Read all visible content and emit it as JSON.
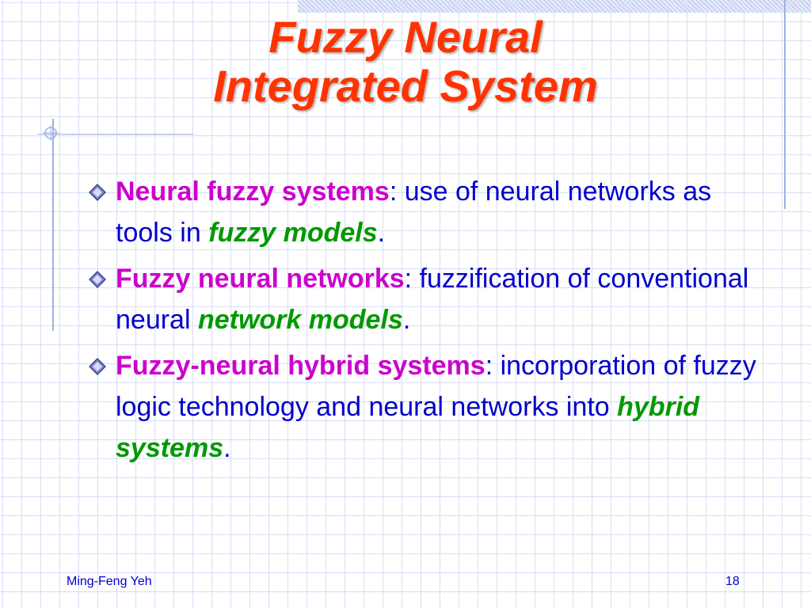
{
  "title": {
    "line1": "Fuzzy Neural",
    "line2": "Integrated System"
  },
  "bullets": [
    {
      "term": "Neural fuzzy systems",
      "text": ": use of neural networks as tools in ",
      "emphasis": "fuzzy models",
      "end": "."
    },
    {
      "term": "Fuzzy neural networks",
      "text": ": fuzzification of conventional neural ",
      "emphasis": "network models",
      "end": "."
    },
    {
      "term": "Fuzzy-neural hybrid systems",
      "text": ": incorporation of fuzzy logic technology and neural networks into ",
      "emphasis": "hybrid systems",
      "end": "."
    }
  ],
  "footer": {
    "author": "Ming-Feng Yeh",
    "page": "18"
  },
  "colors": {
    "title": "#ff3300",
    "term": "#cc00cc",
    "body": "#0000cc",
    "emphasis": "#009900",
    "grid": "#d8dcf4"
  },
  "icons": {
    "bullet": "diamond-bullet-icon"
  }
}
